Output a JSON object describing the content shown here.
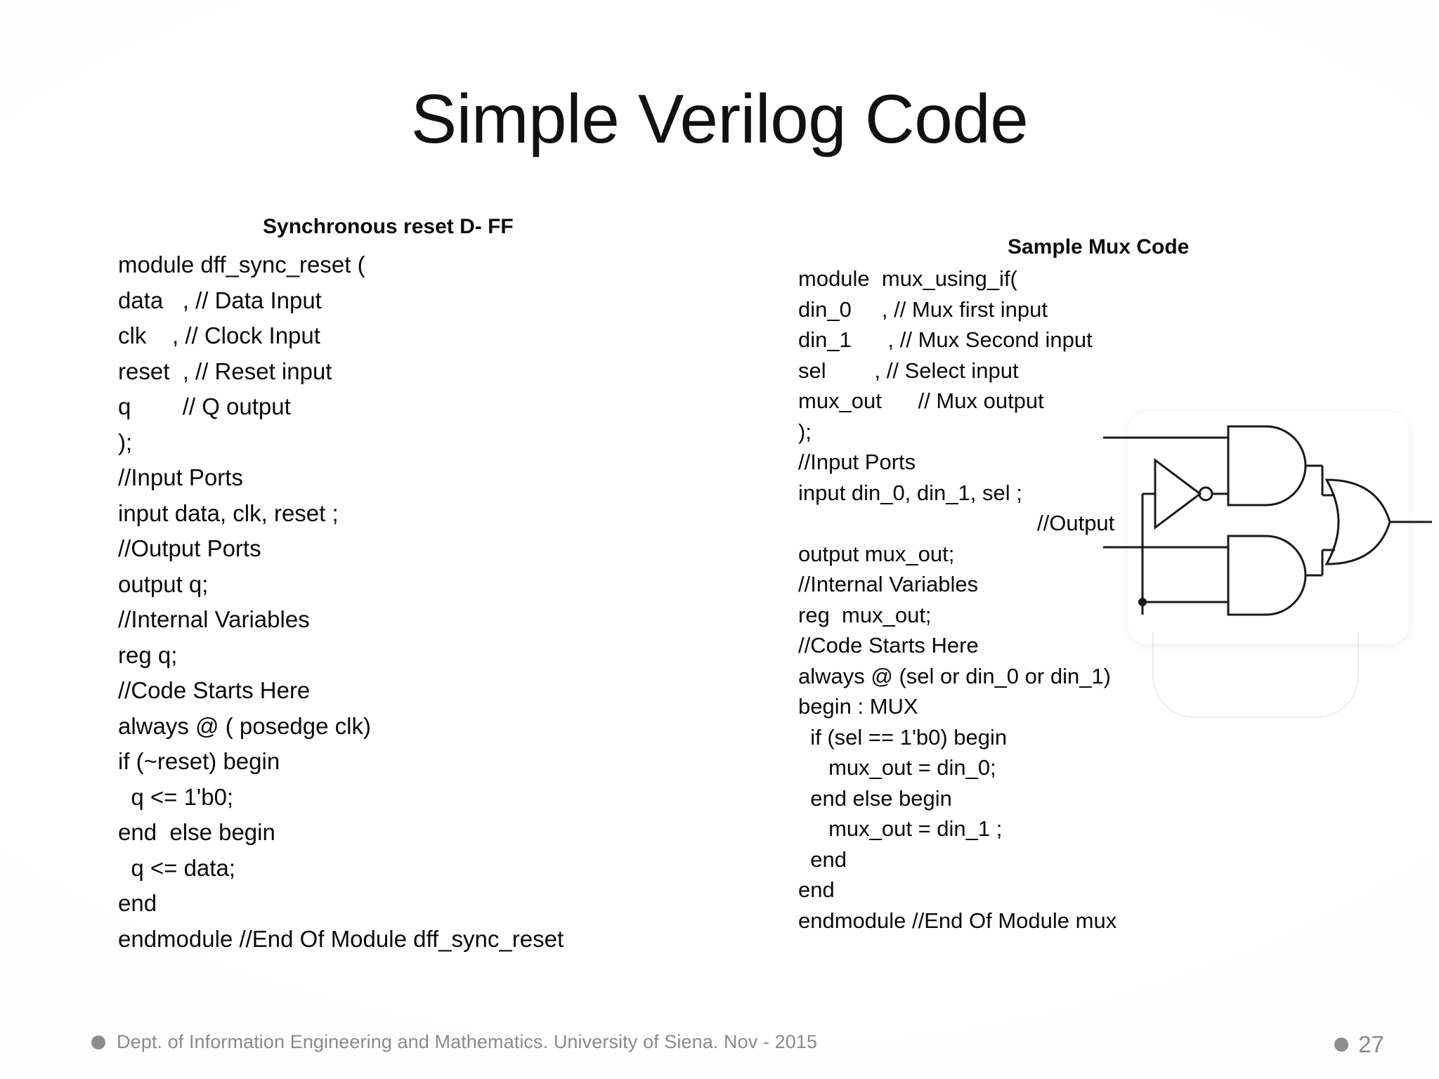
{
  "slide": {
    "title": "Simple Verilog Code",
    "page_number": "27",
    "footer_text": "Dept. of Information Engineering and Mathematics. University of Siena. Nov - 2015"
  },
  "left_column": {
    "heading": "Synchronous reset D- FF",
    "code_lines": [
      "module dff_sync_reset (",
      "data   , // Data Input",
      "clk    , // Clock Input",
      "reset  , // Reset input",
      "q        // Q output",
      ");",
      "//Input Ports",
      "input data, clk, reset ;",
      "//Output Ports",
      "output q;",
      "//Internal Variables",
      "reg q;",
      "//Code Starts Here",
      "always @ ( posedge clk)",
      "if (~reset) begin",
      "  q <= 1'b0;",
      "end  else begin",
      "  q <= data;",
      "end",
      "endmodule //End Of Module dff_sync_reset"
    ]
  },
  "right_column": {
    "heading": "Sample Mux Code",
    "code_lines": [
      "module  mux_using_if(",
      "din_0     , // Mux first input",
      "din_1      , // Mux Second input",
      "sel        , // Select input",
      "mux_out      // Mux output",
      ");",
      "//Input Ports",
      "input din_0, din_1, sel ;",
      "//Output",
      "output mux_out;",
      "//Internal Variables",
      "reg  mux_out;",
      "//Code Starts Here",
      "always @ (sel or din_0 or din_1)",
      "begin : MUX",
      "  if (sel == 1'b0) begin",
      "     mux_out = din_0;",
      "  end else begin",
      "     mux_out = din_1 ;",
      "  end",
      "end",
      "endmodule //End Of Module mux"
    ]
  },
  "circuit_diagram": {
    "description": "2-to-1 multiplexer gate-level schematic",
    "gates": [
      "inverter",
      "and-gate-top",
      "and-gate-bottom",
      "or-gate"
    ]
  }
}
